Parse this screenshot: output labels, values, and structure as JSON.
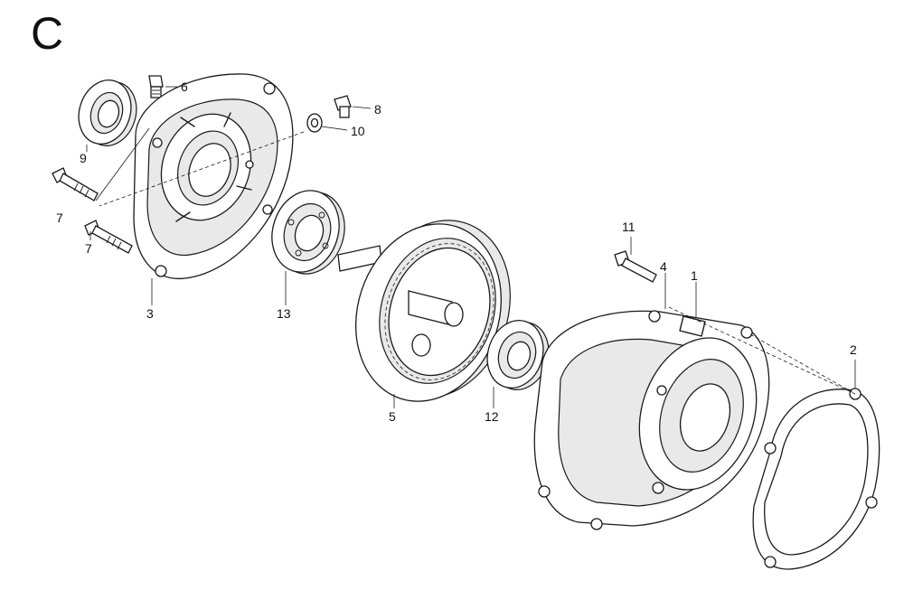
{
  "diagram": {
    "section_letter": "C",
    "parts": [
      {
        "id": "part-1",
        "label": "1"
      },
      {
        "id": "part-2",
        "label": "2"
      },
      {
        "id": "part-3",
        "label": "3"
      },
      {
        "id": "part-4",
        "label": "4"
      },
      {
        "id": "part-5",
        "label": "5"
      },
      {
        "id": "part-6",
        "label": "6"
      },
      {
        "id": "part-7a",
        "label": "7"
      },
      {
        "id": "part-7b",
        "label": "7"
      },
      {
        "id": "part-8",
        "label": "8"
      },
      {
        "id": "part-9",
        "label": "9"
      },
      {
        "id": "part-10",
        "label": "10"
      },
      {
        "id": "part-11",
        "label": "11"
      },
      {
        "id": "part-12",
        "label": "12"
      },
      {
        "id": "part-13",
        "label": "13"
      }
    ]
  }
}
